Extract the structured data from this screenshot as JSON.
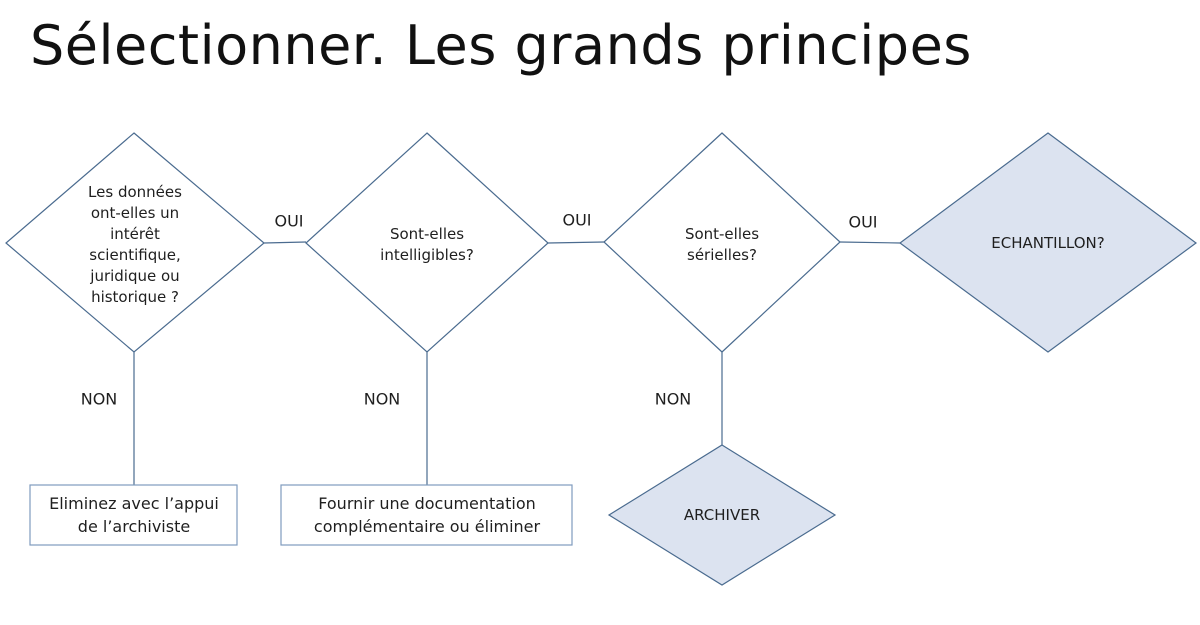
{
  "title": "Sélectionner. Les grands principes",
  "nodes": {
    "q_interet": "Les données ont-elles un intérêt scientifique, juridique ou historique ?",
    "q_intelligibles": "Sont-elles intelligibles?",
    "q_serielles": "Sont-elles sérielles?",
    "echantillon": "ECHANTILLON?",
    "archiver": "ARCHIVER",
    "eliminez": "Eliminez avec l’appui de l’archiviste",
    "fournir": "Fournir une documentation complémentaire ou éliminer"
  },
  "edges": {
    "oui_1": "OUI",
    "oui_2": "OUI",
    "oui_3": "OUI",
    "non_1": "NON",
    "non_2": "NON",
    "non_3": "NON"
  },
  "colors": {
    "stroke": "#4a6b8f",
    "terminal_fill": "#dce3f0",
    "box_stroke": "#7f9bbd"
  }
}
